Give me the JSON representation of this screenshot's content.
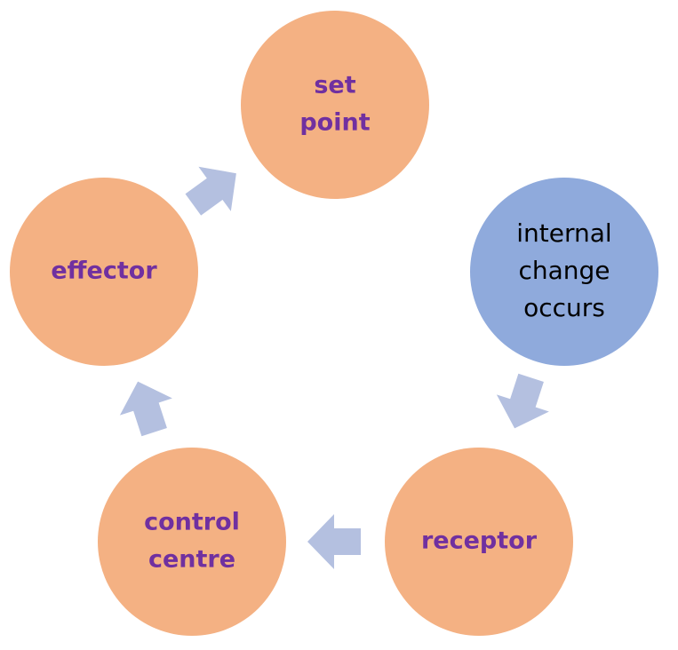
{
  "title": "Homeostasis feedback cycle",
  "colors": {
    "node_orange": "#F4B183",
    "node_blue": "#8FAADC",
    "label_purple": "#7030A0",
    "label_black": "#000000",
    "arrow": "#B4C0E0"
  },
  "nodes": [
    {
      "id": "set-point",
      "lines": [
        "set",
        "point"
      ],
      "fill": "node_orange",
      "text_color": "label_purple",
      "weight": "bold"
    },
    {
      "id": "internal-change-occurs",
      "lines": [
        "internal",
        "change",
        "occurs"
      ],
      "fill": "node_blue",
      "text_color": "label_black",
      "weight": "regular"
    },
    {
      "id": "receptor",
      "lines": [
        "receptor"
      ],
      "fill": "node_orange",
      "text_color": "label_purple",
      "weight": "bold"
    },
    {
      "id": "control-centre",
      "lines": [
        "control",
        "centre"
      ],
      "fill": "node_orange",
      "text_color": "label_purple",
      "weight": "bold"
    },
    {
      "id": "effector",
      "lines": [
        "effector"
      ],
      "fill": "node_orange",
      "text_color": "label_purple",
      "weight": "bold"
    }
  ],
  "edges": [
    {
      "from": "internal-change-occurs",
      "to": "receptor"
    },
    {
      "from": "receptor",
      "to": "control-centre"
    },
    {
      "from": "control-centre",
      "to": "effector"
    },
    {
      "from": "effector",
      "to": "set-point"
    }
  ]
}
